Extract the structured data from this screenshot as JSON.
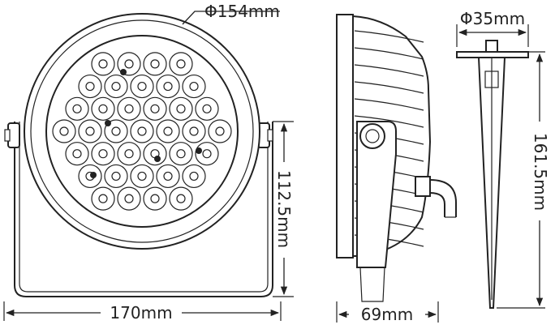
{
  "dimensions": {
    "lamp_diameter": "Φ154mm",
    "bracket_width": "170mm",
    "bracket_height": "112.5mm",
    "side_depth": "69mm",
    "spike_diameter": "Φ35mm",
    "spike_length": "161.5mm"
  },
  "views": [
    "front-view",
    "side-view",
    "ground-spike-view"
  ],
  "led_count": 37,
  "line_color": "#222222"
}
